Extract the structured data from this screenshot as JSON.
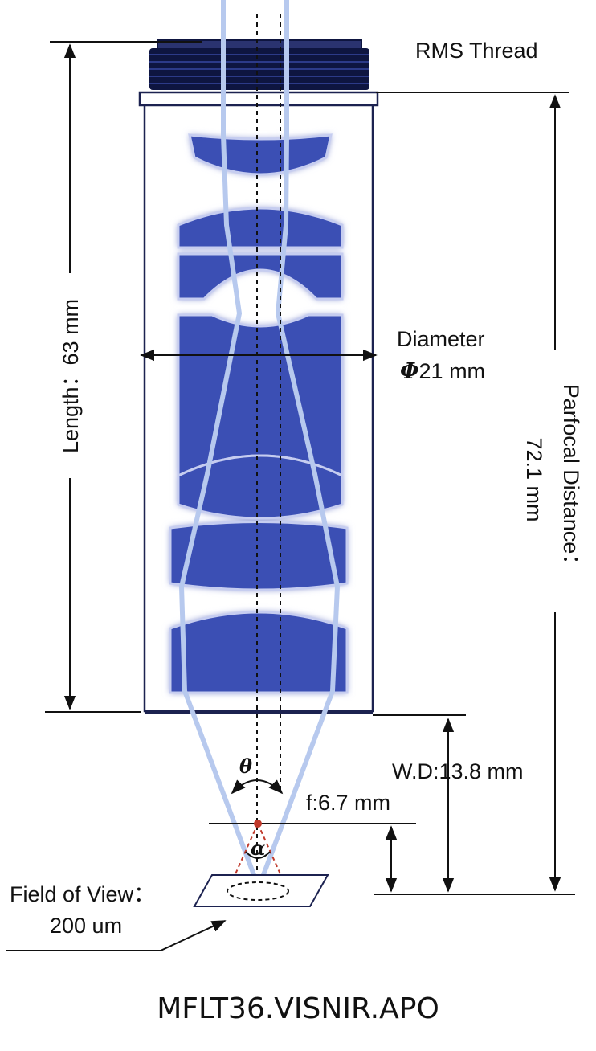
{
  "diagram": {
    "rms_thread_label": "RMS Thread",
    "diameter_label": "Diameter",
    "diameter_symbol": "Φ",
    "diameter_value": "21 mm",
    "length_label": "Length：63 mm",
    "parfocal_label": "Parfocal Distance：",
    "parfocal_value": "72.1 mm",
    "wd_label": "W.D:13.8 mm",
    "focal_label": "f:6.7 mm",
    "theta_symbol": "θ",
    "alpha_symbol": "α",
    "fov_label": "Field of View：",
    "fov_value": "200 um",
    "model_name": "MFLT36.VISNIR.APO"
  },
  "colors": {
    "lens_blue": "#3a4fb4",
    "lens_glow": "#c6cdf0",
    "body_outline": "#1c2250",
    "thread_dark": "#0e1540",
    "beam_light": "#b7c9ee",
    "focal_point": "#c0392b"
  }
}
